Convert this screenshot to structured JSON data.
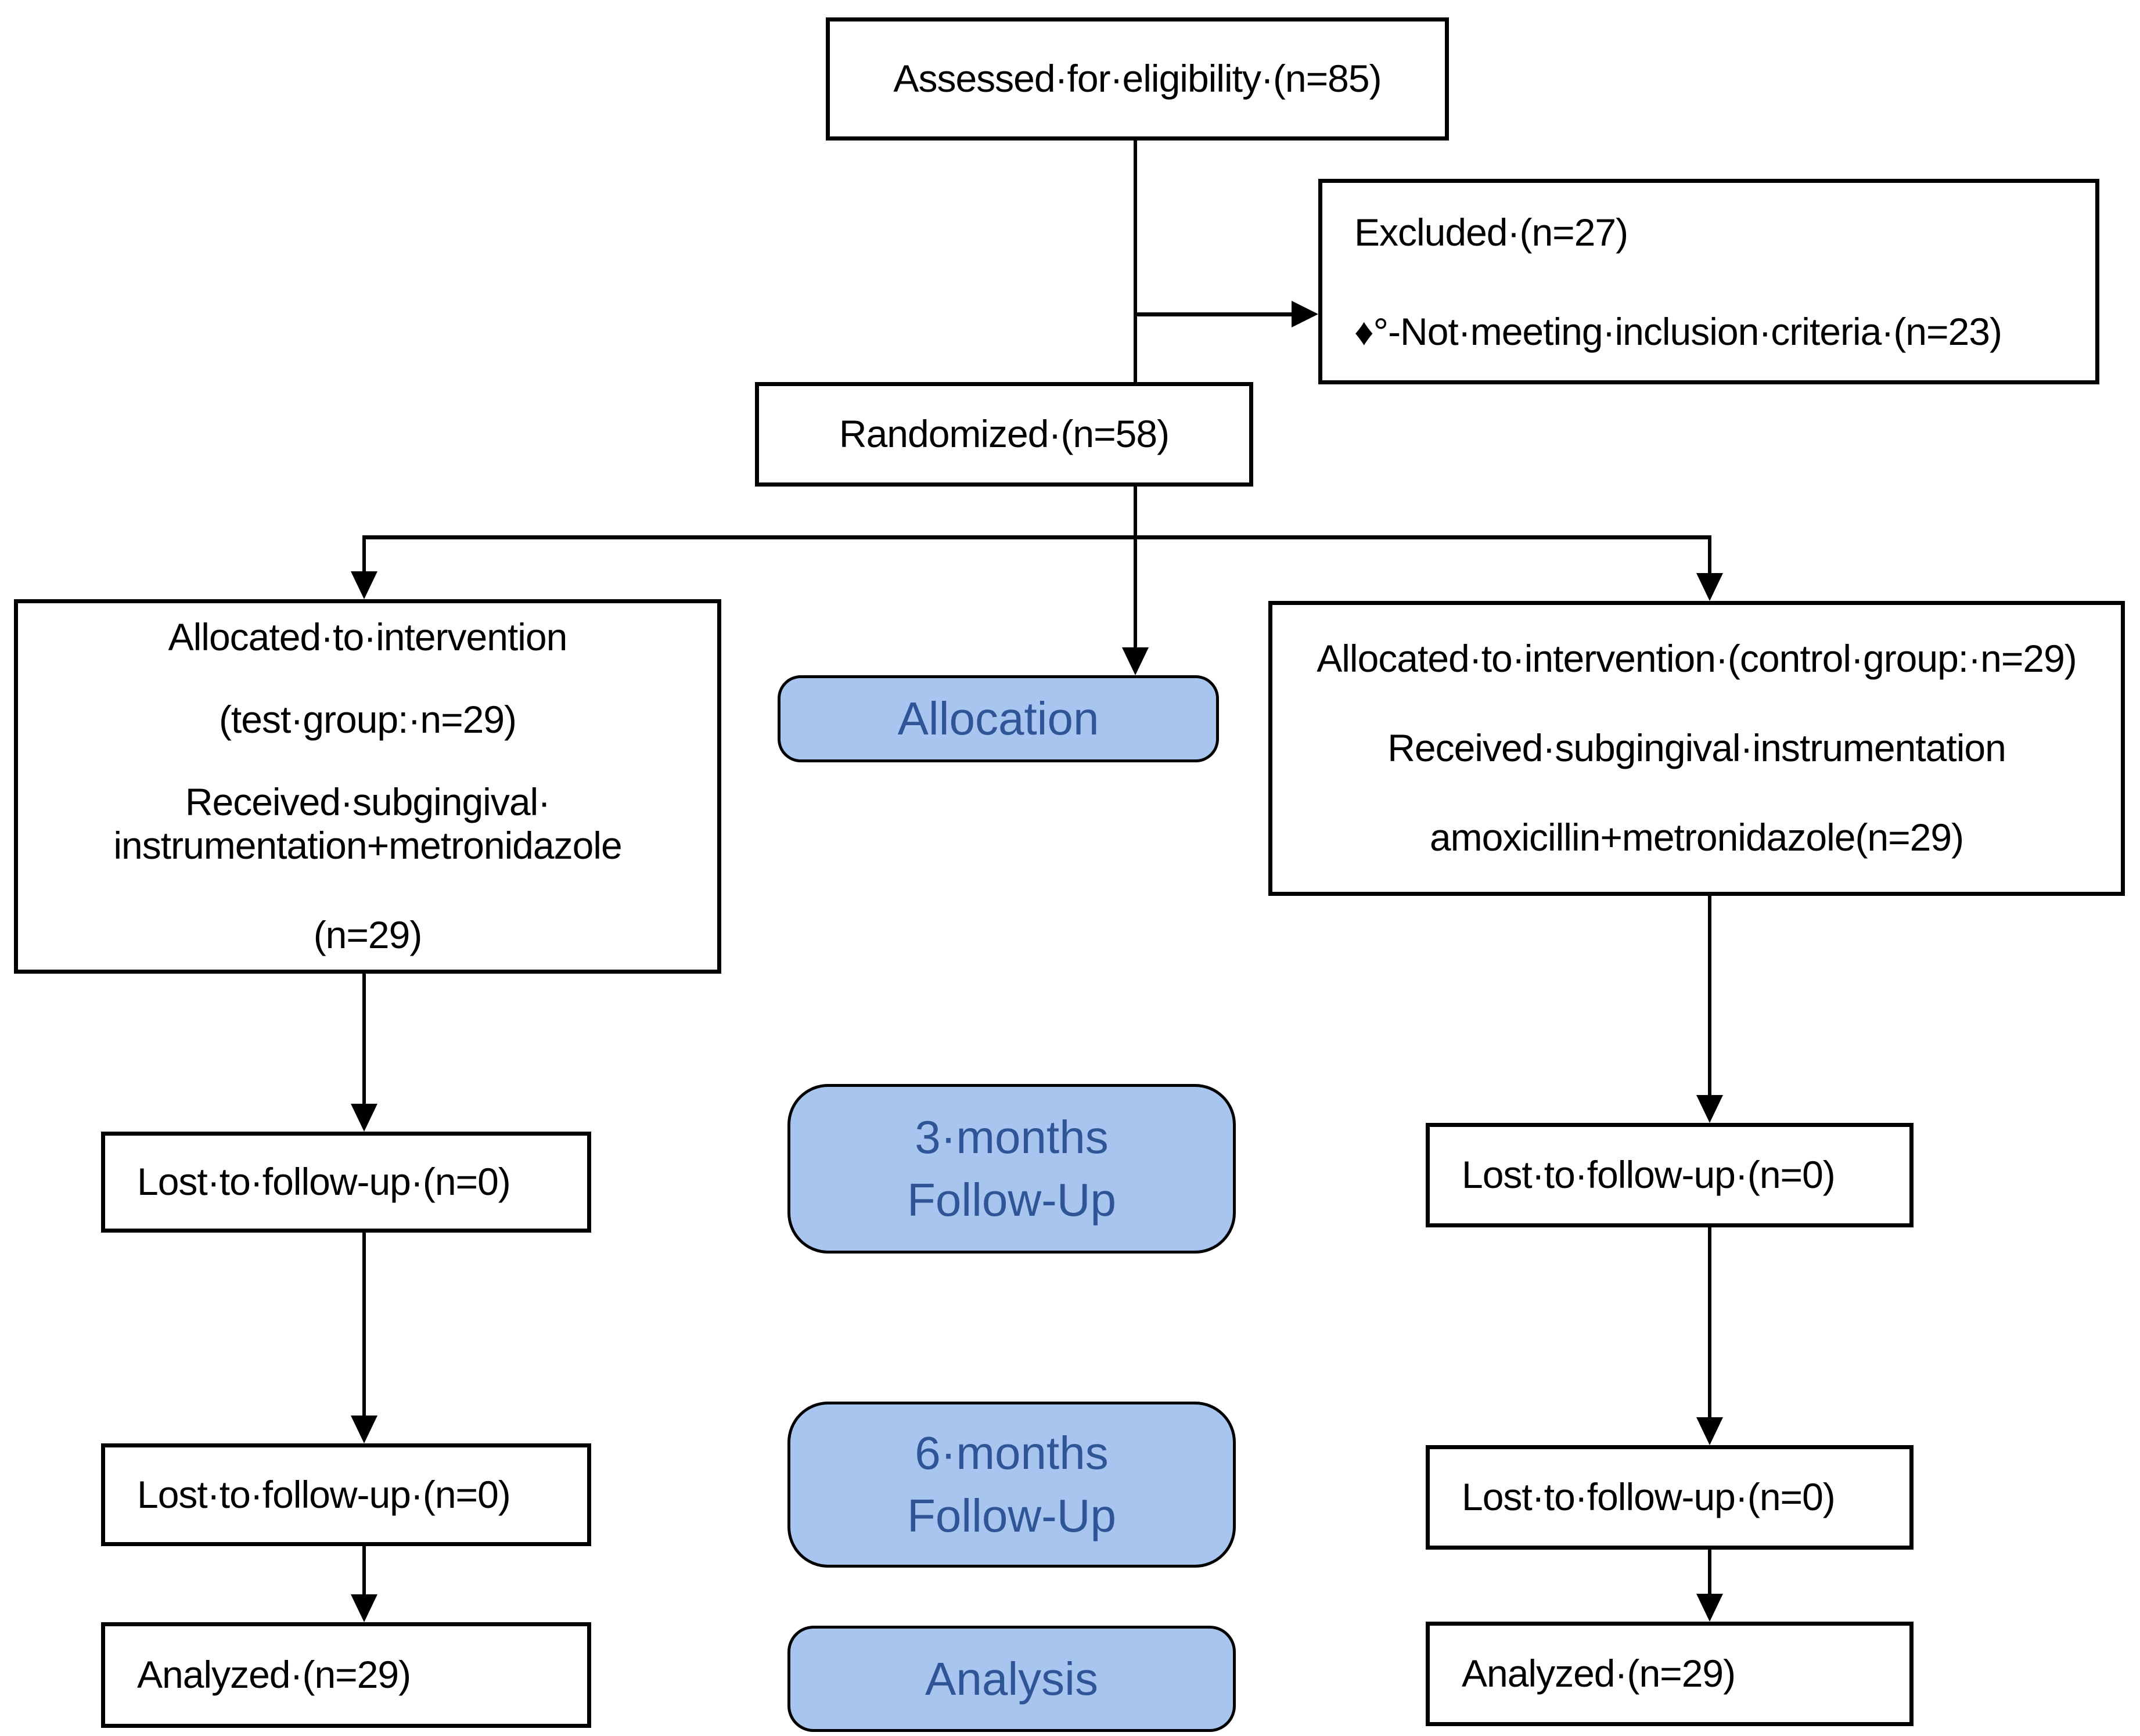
{
  "nodes": {
    "assessed": {
      "label": "Assessed·for·eligibility·(n=85)"
    },
    "excluded": {
      "title": "Excluded·(n=27)",
      "bullet": "♦°-Not·meeting·inclusion·criteria·(n=23)"
    },
    "randomized": {
      "label": "Randomized·(n=58)"
    },
    "allocated_test": {
      "line1": "Allocated·to·intervention",
      "line2": "(test·group:·n=29)",
      "line3": "Received·subgingival·",
      "line4": "instrumentation+metronidazole",
      "line5": "(n=29)"
    },
    "allocated_control": {
      "line1": "Allocated·to·intervention·(control·group:·n=29)",
      "line2": "Received·subgingival·instrumentation",
      "line3": "amoxicillin+metronidazole(n=29)"
    },
    "lost_3m_test": {
      "label": "Lost·to·follow-up·(n=0)"
    },
    "lost_3m_control": {
      "label": "Lost·to·follow-up·(n=0)"
    },
    "lost_6m_test": {
      "label": "Lost·to·follow-up·(n=0)"
    },
    "lost_6m_control": {
      "label": "Lost·to·follow-up·(n=0)"
    },
    "analyzed_test": {
      "label": "Analyzed·(n=29)"
    },
    "analyzed_control": {
      "label": "Analyzed·(n=29)"
    }
  },
  "stages": {
    "allocation": {
      "label": "Allocation"
    },
    "followup_3m": {
      "line1": "3·months",
      "line2": "Follow-Up"
    },
    "followup_6m": {
      "line1": "6·months",
      "line2": "Follow-Up"
    },
    "analysis": {
      "label": "Analysis"
    }
  },
  "colors": {
    "background": "#FFFFFF",
    "node_border": "#000000",
    "node_text": "#000000",
    "stage_fill": "#A8C5F0",
    "stage_border": "#000000",
    "stage_text": "#2F5597",
    "connector": "#000000"
  }
}
